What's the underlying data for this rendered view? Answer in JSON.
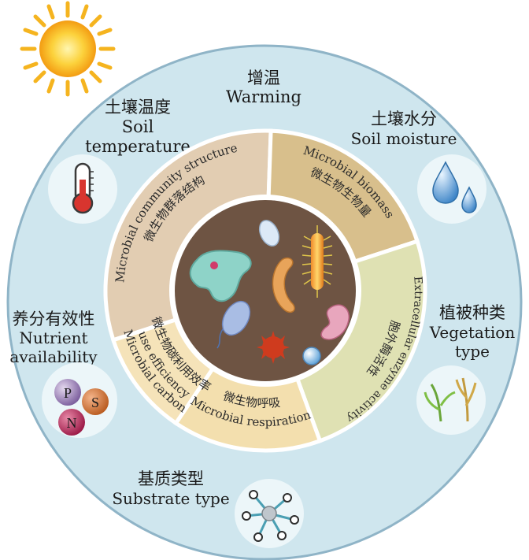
{
  "factors": {
    "warming": {
      "zh": "增温",
      "en": "Warming"
    },
    "soil_temperature": {
      "zh": "土壤温度",
      "en1": "Soil",
      "en2": "temperature"
    },
    "soil_moisture": {
      "zh": "土壤水分",
      "en": "Soil moisture"
    },
    "vegetation_type": {
      "zh": "植被种类",
      "en1": "Vegetation",
      "en2": "type"
    },
    "nutrient_availability": {
      "zh": "养分有效性",
      "en1": "Nutrient",
      "en2": "availability"
    },
    "substrate_type": {
      "zh": "基质类型",
      "en": "Substrate type"
    }
  },
  "nutrients": {
    "p": "P",
    "s": "S",
    "n": "N"
  },
  "segments": {
    "community": {
      "en": "Microbial community structure",
      "zh": "微生物群落结构"
    },
    "biomass": {
      "en": "Microbial biomass",
      "zh": "微生物生物量"
    },
    "enzyme": {
      "en": "Extracellular enzyme activity",
      "zh": "胞外酶活性"
    },
    "respiration": {
      "zh": "微生物呼吸",
      "en": "Microbial respiration"
    },
    "cue": {
      "en1": "Microbial carbon",
      "en2": "use efficiency",
      "zh": "微生物碳利用效率"
    }
  },
  "colors": {
    "outer_ring": "#cfe6ee",
    "outer_ring_edge": "#7fa9bf",
    "center": "#6e5443",
    "seg_community": "#e2cdb2",
    "seg_biomass": "#d8bf8c",
    "seg_enzyme": "#dfe1b3",
    "seg_respiration": "#f3dfae",
    "seg_cue": "#f5e3b9",
    "sun": "#f6b21d"
  },
  "icons": [
    "sun-icon",
    "thermometer-icon",
    "water-drops-icon",
    "plant-icon",
    "nutrient-spheres-icon",
    "molecule-icon",
    "microbe-icons"
  ]
}
